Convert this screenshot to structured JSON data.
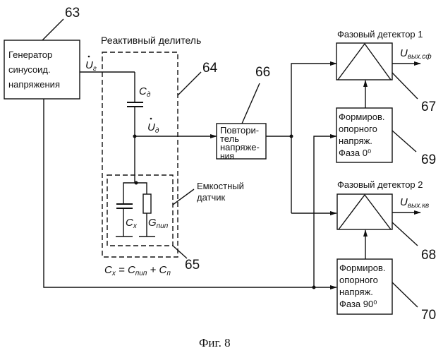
{
  "blocks": {
    "generator": {
      "number": "63",
      "lines": [
        "Генератор",
        "синусоид.",
        "напряжения"
      ]
    },
    "divider": {
      "number": "64",
      "title": "Реактивный делитель"
    },
    "sensor": {
      "number": "65",
      "title_lines": [
        "Емкостный",
        "датчик"
      ]
    },
    "repeater": {
      "number": "66",
      "lines": [
        "Повтори-",
        "тель",
        "напряже-",
        "ния"
      ]
    },
    "detector1": {
      "number": "67",
      "title": "Фазовый детектор 1"
    },
    "detector2": {
      "number": "68",
      "title": "Фазовый детектор 2"
    },
    "ref0": {
      "number": "69",
      "lines": [
        "Формиров.",
        "опорного",
        "напряж.",
        "Фаза 0⁰"
      ]
    },
    "ref90": {
      "number": "70",
      "lines": [
        "Формиров.",
        "опорного",
        "напряж.",
        "Фаза 90⁰"
      ]
    }
  },
  "labels": {
    "ug": {
      "main": "U",
      "sub": "г"
    },
    "ud": {
      "main": "U",
      "sub": "д"
    },
    "cd": {
      "main": "C",
      "sub": "д"
    },
    "cx": {
      "main": "C",
      "sub": "x"
    },
    "gpip": {
      "main": "G",
      "sub": "пип"
    },
    "out1": {
      "main": "U",
      "sub": "вых.сф"
    },
    "out2": {
      "main": "U",
      "sub": "вых.кв"
    },
    "formula": {
      "a": "C",
      "a_sub": "x",
      "eq": " = ",
      "b": "C",
      "b_sub": "пип",
      "plus": " + ",
      "c": "C",
      "c_sub": "п"
    }
  },
  "caption": "Фиг. 8"
}
